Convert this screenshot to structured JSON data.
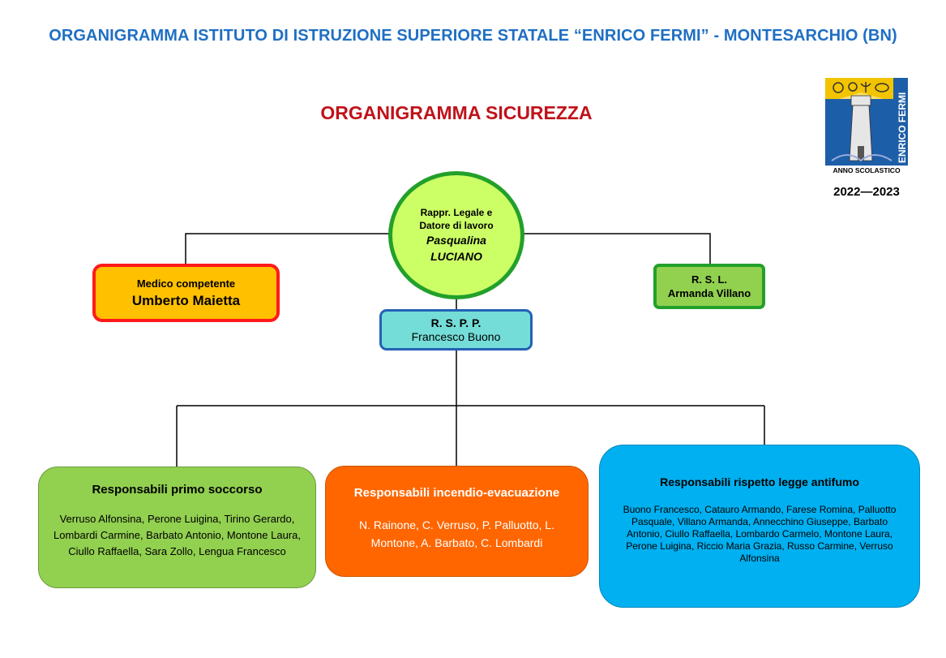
{
  "header": {
    "main_title": "ORGANIGRAMMA ISTITUTO DI ISTRUZIONE SUPERIORE STATALE “ENRICO FERMI” - MONTESARCHIO (BN)",
    "section_title": "ORGANIGRAMMA SICUREZZA"
  },
  "logo": {
    "school_name": "ENRICO FERMI",
    "caption": "ANNO SCOLASTICO",
    "year": "2022—2023"
  },
  "legal_rep": {
    "role_line1": "Rappr. Legale e",
    "role_line2": "Datore di lavoro",
    "name_line1": "Pasqualina",
    "name_line2": "LUCIANO"
  },
  "medico": {
    "role": "Medico competente",
    "name": "Umberto Maietta"
  },
  "rsl": {
    "role": "R. S. L.",
    "name": "Armanda Villano"
  },
  "rspp": {
    "role": "R. S. P. P.",
    "name": "Francesco Buono"
  },
  "teams": {
    "first_aid": {
      "title": "Responsabili primo soccorso",
      "members": "Verruso Alfonsina, Perone Luigina, Tirino Gerardo, Lombardi Carmine, Barbato Antonio, Montone Laura, Ciullo Raffaella, Sara Zollo, Lengua Francesco"
    },
    "fire": {
      "title": "Responsabili incendio-evacuazione",
      "members": "N. Rainone, C. Verruso, P. Palluotto, L. Montone, A. Barbato, C. Lombardi"
    },
    "antismoke": {
      "title": "Responsabili rispetto legge antifumo",
      "members": "Buono Francesco, Catauro Armando, Farese Romina, Palluotto Pasquale, Villano Armanda, Annecchino Giuseppe, Barbato Antonio, Ciullo Raffaella, Lombardo Carmelo, Montone Laura, Perone Luigina, Riccio Maria Grazia, Russo Carmine, Verruso Alfonsina"
    }
  },
  "colors": {
    "title_blue": "#1f6fc4",
    "section_red": "#c0121a",
    "circle_fill": "#ccff66",
    "green": "#92d050",
    "orange": "#ff6600",
    "cyan_box": "#74ddd8",
    "sky_blue": "#00b0f0",
    "medico_fill": "#ffc000",
    "medico_border": "#ff1a1a"
  }
}
